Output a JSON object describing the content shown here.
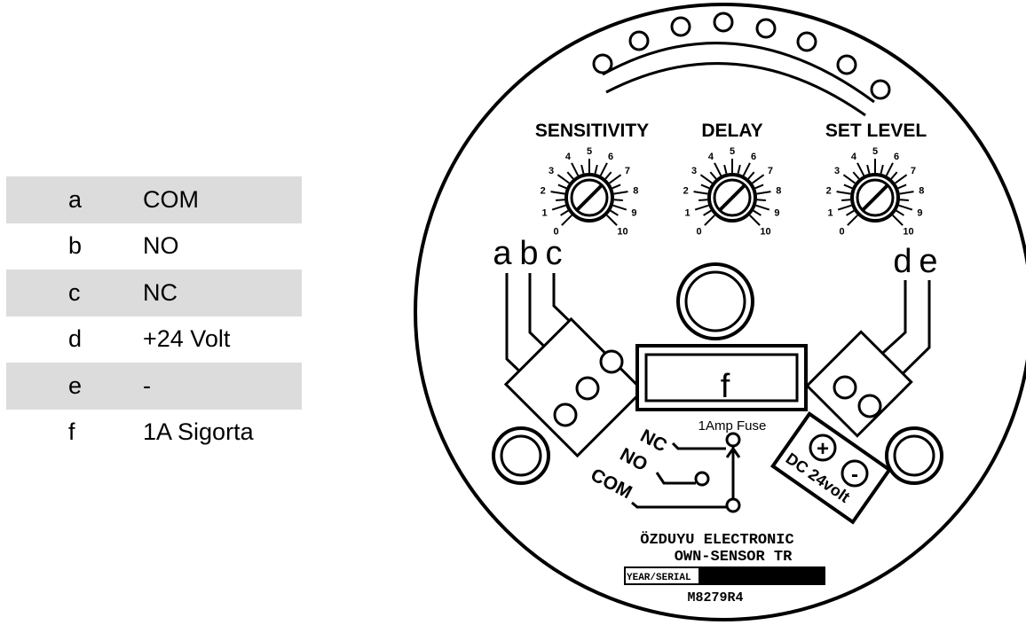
{
  "legend": [
    {
      "key": "a",
      "value": "COM"
    },
    {
      "key": "b",
      "value": "NO"
    },
    {
      "key": "c",
      "value": "NC"
    },
    {
      "key": "d",
      "value": "+24 Volt"
    },
    {
      "key": "e",
      "value": "-"
    },
    {
      "key": "f",
      "value": "1A Sigorta"
    }
  ],
  "board": {
    "knobs": {
      "sensitivity": "SENSITIVITY",
      "delay": "DELAY",
      "set_level": "SET LEVEL"
    },
    "dial_scale": [
      "0",
      "1",
      "2",
      "3",
      "4",
      "5",
      "6",
      "7",
      "8",
      "9",
      "10"
    ],
    "terminal_labels": {
      "a": "a",
      "b": "b",
      "c": "c",
      "d": "d",
      "e": "e"
    },
    "fuse_label": "f",
    "fuse_caption": "1Amp Fuse",
    "relay": {
      "nc": "NC",
      "no": "NO",
      "com": "COM"
    },
    "power": {
      "plus": "+",
      "minus": "-",
      "text": "DC 24volt"
    },
    "manufacturer": "ÖZDUYU ELECTRONIC",
    "product": "OWN-SENSOR TR",
    "serial_label": "YEAR/SERIAL",
    "model_code": "M8279R4"
  }
}
